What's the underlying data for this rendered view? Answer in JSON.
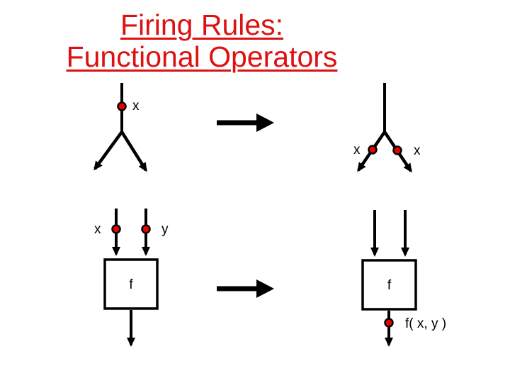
{
  "title": {
    "line1": "Firing Rules:",
    "line2": "Functional Operators"
  },
  "top_rule": {
    "before_token": "x",
    "after_left_token": "x",
    "after_right_token": "x"
  },
  "bottom_rule": {
    "x_token": "x",
    "y_token": "y",
    "function_label_before": "f",
    "function_label_after": "f",
    "result_token": "f( x, y )"
  },
  "colors": {
    "title": "#dd1111",
    "token_fill": "#ee0000",
    "token_outline": "#000000",
    "line": "#000000",
    "background": "#ffffff"
  }
}
